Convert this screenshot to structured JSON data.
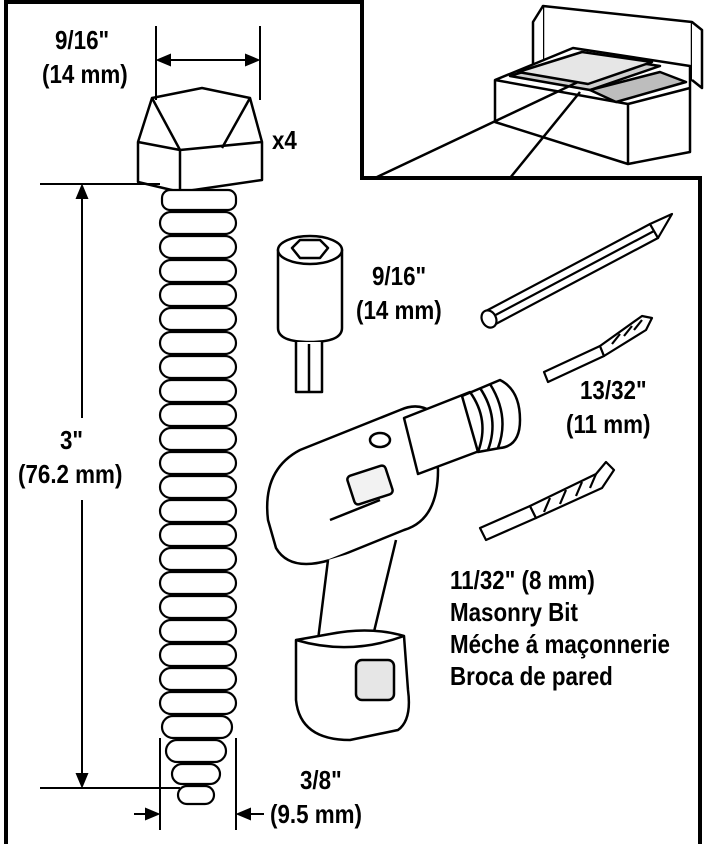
{
  "bolt": {
    "head_size": "9/16\"",
    "head_size_mm": "(14 mm)",
    "quantity": "x4",
    "length": "3\"",
    "length_mm": "(76.2 mm)",
    "diameter": "3/8\"",
    "diameter_mm": "(9.5 mm)"
  },
  "socket": {
    "size": "9/16\"",
    "size_mm": "(14 mm)"
  },
  "drill_bit_small": {
    "size": "13/32\"",
    "size_mm": "(11 mm)"
  },
  "masonry_bit": {
    "size": "11/32\" (8 mm)",
    "name_en": "Masonry Bit",
    "name_fr": "Méche á maçonnerie",
    "name_es": "Broca de pared"
  }
}
